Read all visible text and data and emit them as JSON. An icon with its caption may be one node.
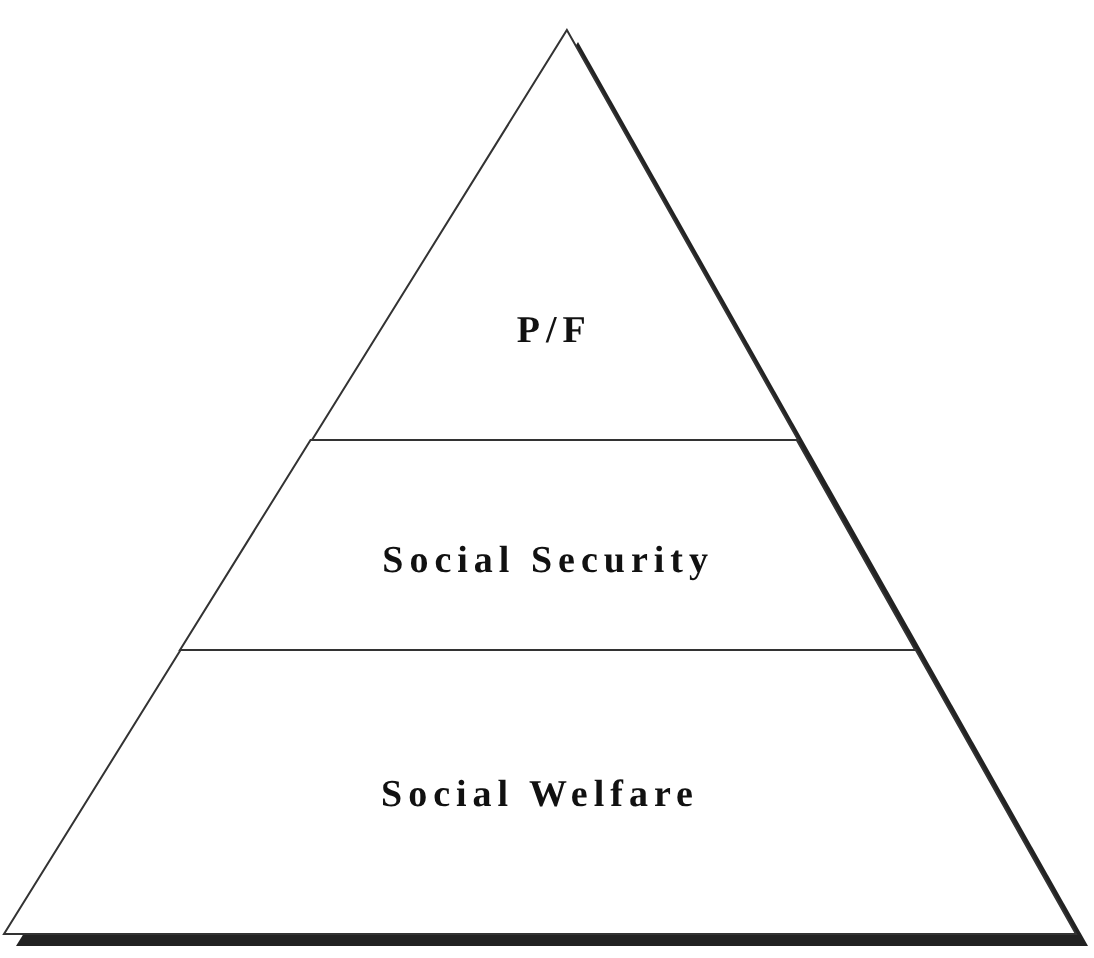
{
  "diagram": {
    "nodes": [
      {
        "text": [
          "P/F"
        ]
      },
      {
        "text": [
          "Social Security"
        ]
      },
      {
        "text": [
          "Social Welfare"
        ]
      }
    ]
  }
}
